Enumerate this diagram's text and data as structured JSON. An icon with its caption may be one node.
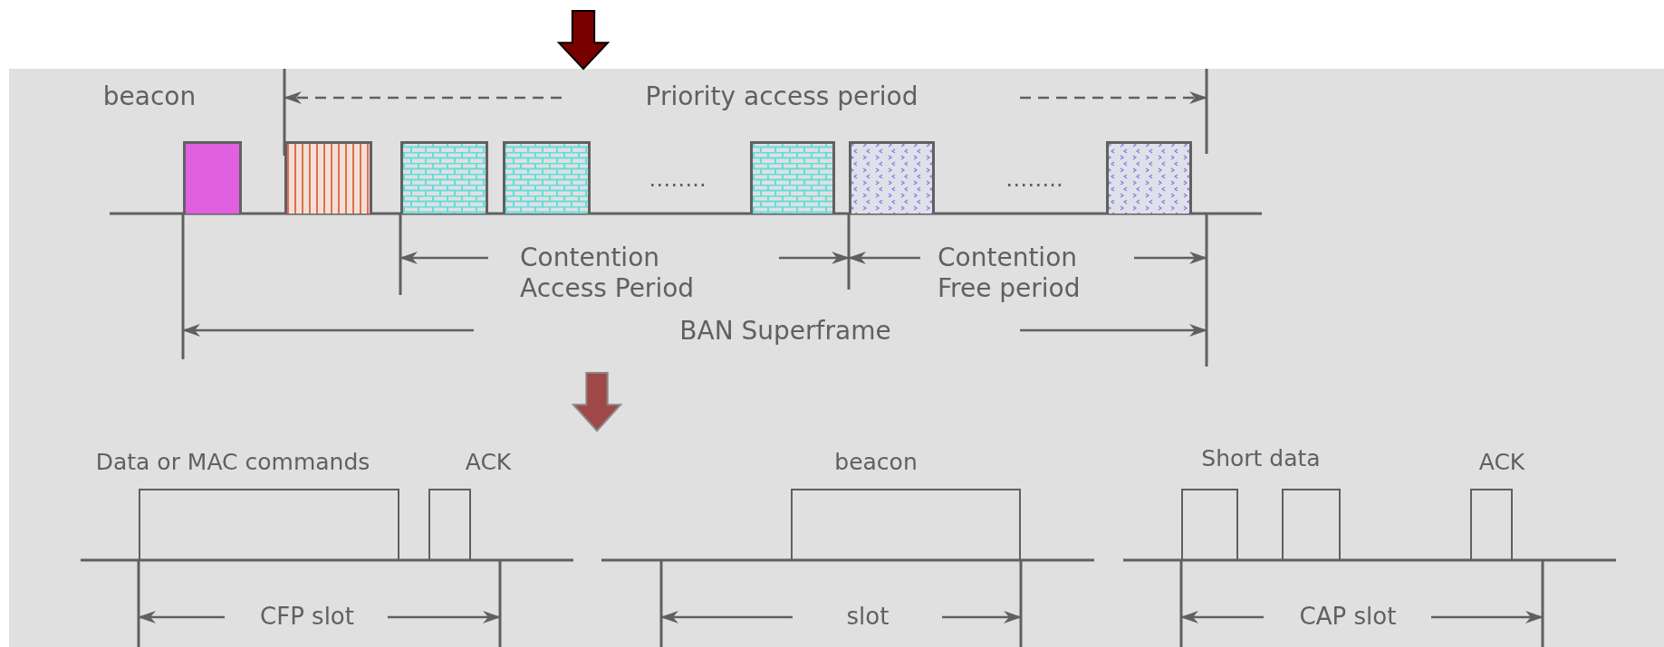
{
  "diagram": {
    "nodes": [
      {
        "text": [],
        "shape": "box",
        "beside": [
          "beacon"
        ]
      },
      {
        "text": [],
        "shape": "box"
      },
      {
        "text": [],
        "shape": "box"
      },
      {
        "text": [],
        "shape": "box"
      },
      {
        "text": [],
        "shape": "box"
      },
      {
        "text": [],
        "shape": "box"
      },
      {
        "text": [],
        "shape": "box"
      },
      {
        "text": [],
        "shape": "box",
        "beside": [
          "Data or MAC commands"
        ]
      },
      {
        "text": [],
        "shape": "box",
        "beside": [
          "ACK"
        ]
      },
      {
        "text": [],
        "shape": "box",
        "beside": [
          "beacon"
        ]
      },
      {
        "text": [],
        "shape": "box"
      },
      {
        "text": [],
        "shape": "box"
      },
      {
        "text": [],
        "shape": "box",
        "beside": [
          "ACK"
        ]
      }
    ],
    "labels": [
      "Priority access period",
      "……..",
      "……..",
      "Contention Access Period",
      "Contention Free period",
      "BAN Superframe",
      "Short data",
      "CFP slot",
      "slot",
      "CAP slot"
    ]
  }
}
